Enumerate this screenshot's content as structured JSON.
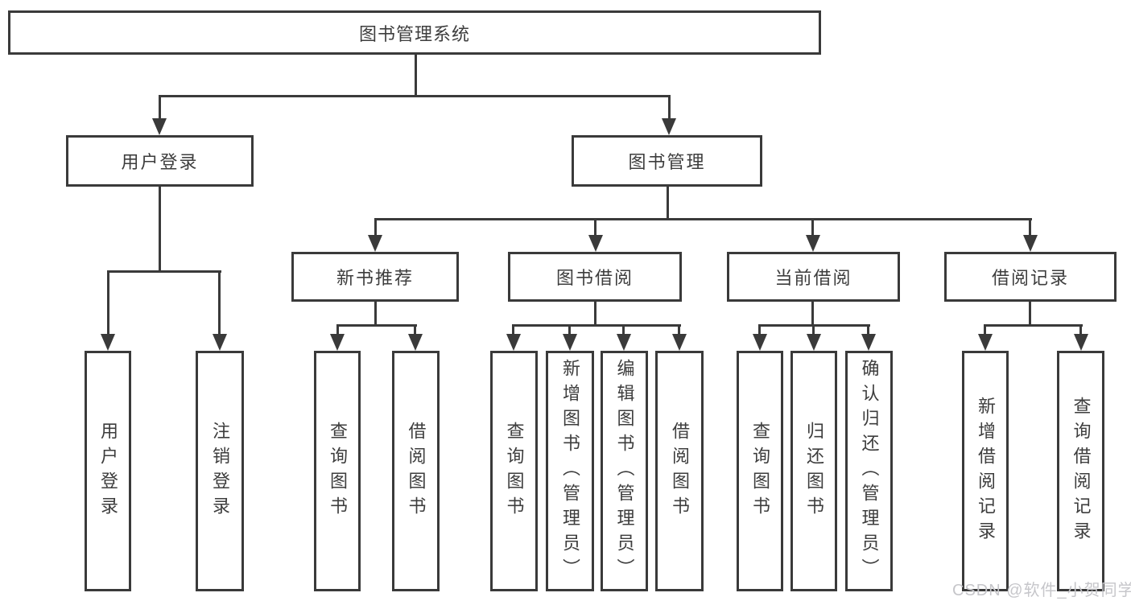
{
  "diagram": {
    "title": "图书管理系统",
    "watermark": "CSDN @软件_小贺同学",
    "colors": {
      "line": "#3a3a3a",
      "box_border": "#3a3a3a",
      "text": "#3d3d3d",
      "watermark": "#c6c6ca",
      "background": "#ffffff"
    },
    "nodes": {
      "root": "图书管理系统",
      "user_login": "用户登录",
      "book_mgmt": "图书管理",
      "new_book_rec": "新书推荐",
      "book_borrow": "图书借阅",
      "current_borrow": "当前借阅",
      "borrow_record": "借阅记录",
      "leaf_user_login": "用户登录",
      "leaf_logout": "注销登录",
      "leaf_query_book_1": "查询图书",
      "leaf_borrow_book_1": "借阅图书",
      "leaf_query_book_2": "查询图书",
      "leaf_add_book": "新增图书（管理员）",
      "leaf_edit_book": "编辑图书（管理员）",
      "leaf_borrow_book_2": "借阅图书",
      "leaf_query_book_3": "查询图书",
      "leaf_return_book": "归还图书",
      "leaf_confirm_return": "确认归还（管理员）",
      "leaf_add_record": "新增借阅记录",
      "leaf_query_record": "查询借阅记录"
    }
  }
}
